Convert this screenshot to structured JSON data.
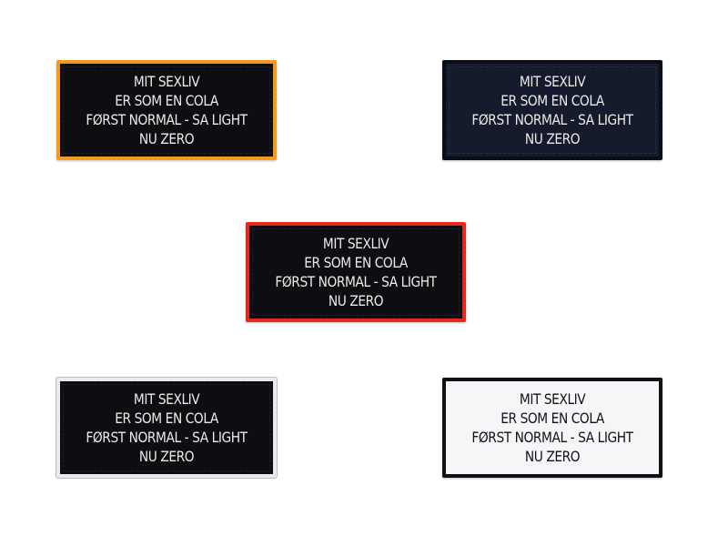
{
  "patches": [
    {
      "variant": "orange-border",
      "border": "#f39a1f",
      "background": "#0e0e12",
      "lines": [
        "MIT SEXLIV",
        "ER SOM EN COLA",
        "FØRST NORMAL - SA LIGHT",
        "NU ZERO"
      ]
    },
    {
      "variant": "navy",
      "border": "#0b0d16",
      "background": "#151a2d",
      "lines": [
        "MIT SEXLIV",
        "ER SOM EN COLA",
        "FØRST NORMAL - SA LIGHT",
        "NU ZERO"
      ]
    },
    {
      "variant": "red-border",
      "border": "#e8261c",
      "background": "#0e0e12",
      "lines": [
        "MIT SEXLIV",
        "ER SOM EN COLA",
        "FØRST NORMAL - SA LIGHT",
        "NU ZERO"
      ]
    },
    {
      "variant": "white-border",
      "border": "#e9ecef",
      "background": "#0e0e12",
      "lines": [
        "MIT SEXLIV",
        "ER SOM EN COLA",
        "FØRST NORMAL - SA LIGHT",
        "NU ZERO"
      ]
    },
    {
      "variant": "white-background",
      "border": "#111115",
      "background": "#f4f6f7",
      "lines": [
        "MIT SEXLIV",
        "ER SOM EN COLA",
        "FØRST NORMAL - SA LIGHT",
        "NU ZERO"
      ]
    }
  ]
}
